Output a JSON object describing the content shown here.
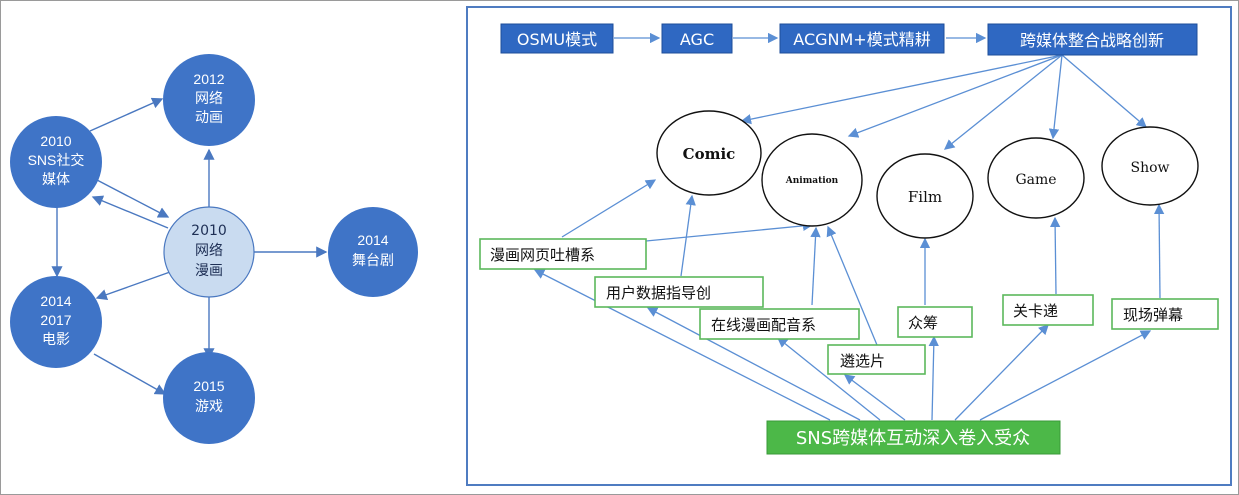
{
  "left_diagram": {
    "nodes": [
      {
        "id": "network-animation",
        "lines": [
          "2012",
          "网络",
          "动画"
        ]
      },
      {
        "id": "sns-social-media",
        "lines": [
          "2010",
          "SNS社交",
          "媒体"
        ]
      },
      {
        "id": "web-manga",
        "lines": [
          "2010",
          "网络",
          "漫画"
        ]
      },
      {
        "id": "stage-play",
        "lines": [
          "2014",
          "舞台剧"
        ]
      },
      {
        "id": "movie",
        "lines": [
          "2014",
          "2017",
          "电影"
        ]
      },
      {
        "id": "game",
        "lines": [
          "2015",
          "游戏"
        ]
      }
    ],
    "colors": {
      "node": "#3f74c7",
      "center": "#c9dbf0",
      "edge": "#4a78c0"
    }
  },
  "right_diagram": {
    "top_flow": [
      "OSMU模式",
      "AGC",
      "ACGNM+模式精耕",
      "跨媒体整合战略创新"
    ],
    "media": [
      "Comic",
      "Animation",
      "Film",
      "Game",
      "Show"
    ],
    "interactions": [
      "漫画网页吐槽系",
      "用户数据指导创",
      "在线漫画配音系",
      "遴选片",
      "众筹",
      "关卡递",
      "现场弹幕"
    ],
    "audience": "SNS跨媒体互动深入卷入受众",
    "colors": {
      "top_box": "#2f68c2",
      "box_border": "#5cb85c",
      "audience_box": "#4cb848",
      "arrow": "#5b8fd4"
    }
  }
}
